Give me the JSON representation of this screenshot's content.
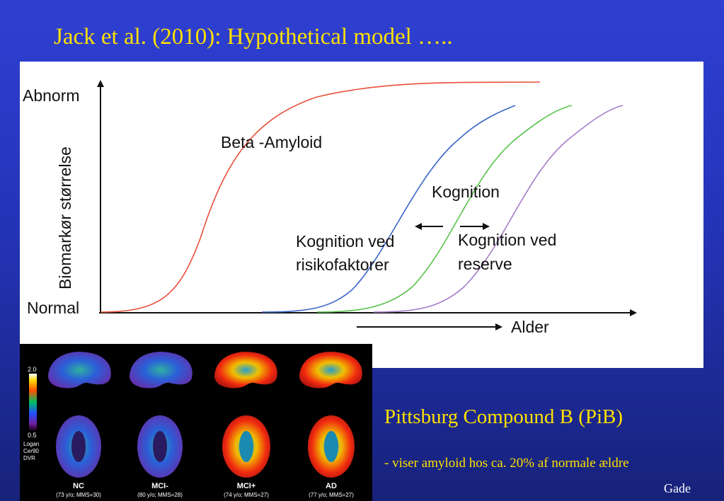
{
  "slide": {
    "title": "Jack et al. (2010): Hypothetical model …..",
    "pib_title": "Pittsburg Compound B (PiB)",
    "pib_note": "- viser amyloid hos ca. 20% af normale ældre",
    "credit": "Gade"
  },
  "diagram": {
    "y_axis_label": "Biomarkør størrelse",
    "y_top_label": "Abnorm",
    "y_bottom_label": "Normal",
    "x_axis_label": "Alder",
    "curve_labels": {
      "beta_amyloid": "Beta -Amyloid",
      "kognition": "Kognition",
      "kognition_risiko_1": "Kognition ved",
      "kognition_risiko_2": "risikofaktorer",
      "kognition_reserve_1": "Kognition ved",
      "kognition_reserve_2": "reserve"
    },
    "colors": {
      "beta_amyloid": "#e8503a",
      "kognition_risiko": "#3a66c8",
      "kognition": "#58c24a",
      "kognition_reserve": "#a47cc8"
    }
  },
  "pet_panel": {
    "scale_max": "2.0",
    "scale_min": "0.5",
    "scale_title_1": "Logan",
    "scale_title_2": "Cer90",
    "scale_title_3": "DVR",
    "groups": [
      {
        "name": "NC",
        "detail": "(73 y/o; MMS=30)"
      },
      {
        "name": "MCI-",
        "detail": "(80 y/o; MMS=28)"
      },
      {
        "name": "MCI+",
        "detail": "(74 y/o; MMS=27)"
      },
      {
        "name": "AD",
        "detail": "(77 y/o; MMS=27)"
      }
    ]
  }
}
